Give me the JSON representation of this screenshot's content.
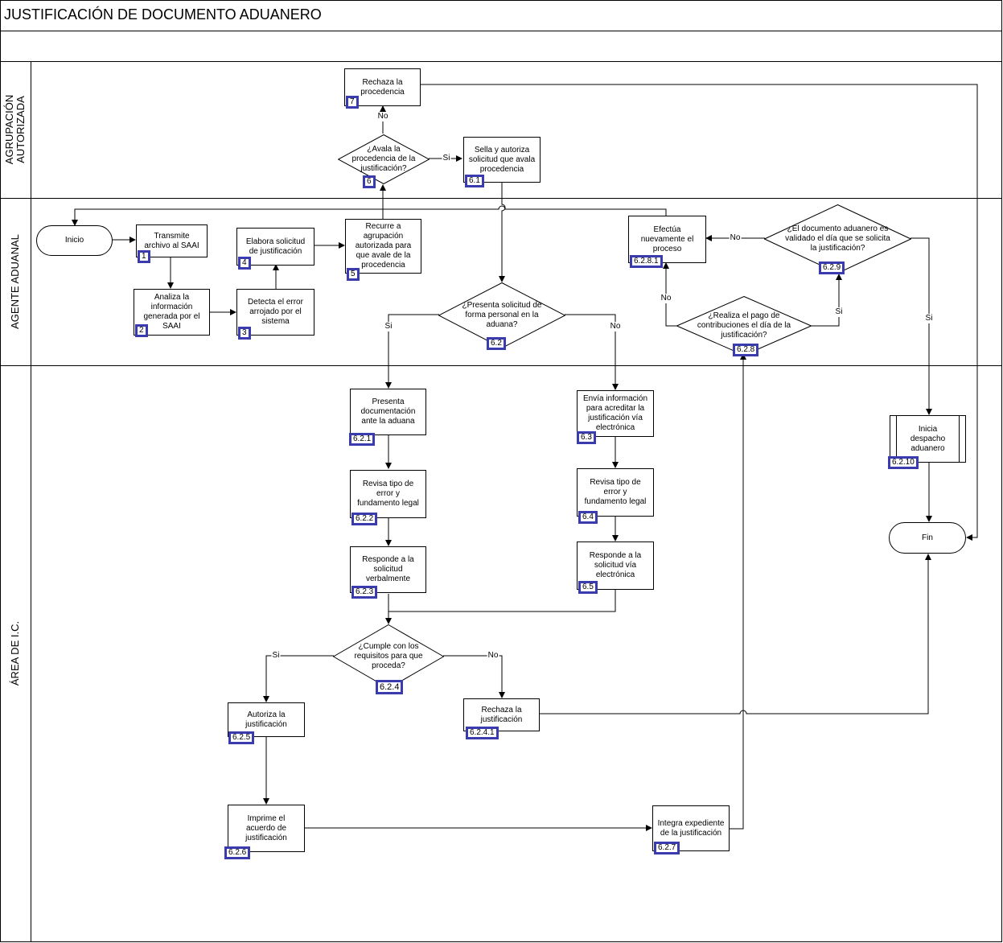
{
  "title": "JUSTIFICACIÓN DE DOCUMENTO ADUANERO",
  "subtitle": "",
  "lanes": [
    {
      "id": "agrupacion",
      "label": "AGRUPACIÓN\nAUTORIZADA"
    },
    {
      "id": "agente",
      "label": "AGENTE ADUANAL"
    },
    {
      "id": "area",
      "label": "ÁREA DE I.C."
    }
  ],
  "nodes": {
    "inicio": {
      "text": "Inicio"
    },
    "n1": {
      "text": "Transmite\narchivo al SAAI",
      "badge": "1"
    },
    "n2": {
      "text": "Analiza la\ninformación\ngenerada por el\nSAAI",
      "badge": "2"
    },
    "n3": {
      "text": "Detecta el error\narrojado por el\nsistema",
      "badge": "3"
    },
    "n4": {
      "text": "Elabora solicitud\nde justificación",
      "badge": "4"
    },
    "n5": {
      "text": "Recurre a\nagrupación\nautorizada para\nque avale de la\nprocedencia",
      "badge": "5"
    },
    "d6": {
      "text": "¿Avala la\nprocedencia de la\njustificación?",
      "badge": "6"
    },
    "n7": {
      "text": "Rechaza la\nprocedencia",
      "badge": "7"
    },
    "n61": {
      "text": "Sella y autoriza\nsolicitud que avala\nprocedencia",
      "badge": "6.1"
    },
    "d62": {
      "text": "¿Presenta solicitud de\nforma personal en la\naduana?",
      "badge": "6.2"
    },
    "n621": {
      "text": "Presenta\ndocumentación\nante la aduana",
      "badge": "6.2.1"
    },
    "n622": {
      "text": "Revisa tipo de\nerror y\nfundamento legal",
      "badge": "6.2.2"
    },
    "n623": {
      "text": "Responde a la\nsolicitud\nverbalmente",
      "badge": "6.2.3"
    },
    "n63": {
      "text": "Envía información\npara acreditar la\njustificación vía\nelectrónica",
      "badge": "6.3"
    },
    "n64": {
      "text": "Revisa tipo de\nerror y\nfundamento legal",
      "badge": "6.4"
    },
    "n65": {
      "text": "Responde a la\nsolicitud vía\nelectrónica",
      "badge": "6.5"
    },
    "d624": {
      "text": "¿Cumple con los\nrequisitos para que\nproceda?",
      "badge": "6.2.4"
    },
    "n625": {
      "text": "Autoriza la\njustificación",
      "badge": "6.2.5"
    },
    "n6241": {
      "text": "Rechaza la\njustificación",
      "badge": "6.2.4.1"
    },
    "n626": {
      "text": "Imprime el\nacuerdo de\njustificación",
      "badge": "6.2.6"
    },
    "n627": {
      "text": "Integra expediente\nde la justificación",
      "badge": "6.2.7"
    },
    "d628": {
      "text": "¿Realiza el pago de\ncontribuciones el día de la\njustificación?",
      "badge": "6.2.8"
    },
    "n6281": {
      "text": "Efectúa\nnuevamente el\nproceso",
      "badge": "6.2.8.1"
    },
    "d629": {
      "text": "¿El documento aduanero  es\nvalidado el día que se solicita\nla justificación?",
      "badge": "6.2.9"
    },
    "n6210": {
      "text": "Inicia\ndespacho\naduanero",
      "badge": "6.2.10"
    },
    "fin": {
      "text": "Fin"
    }
  },
  "edge_labels": {
    "d6_no": "No",
    "d6_si": "Si",
    "d62_si": "Si",
    "d62_no": "No",
    "d624_si": "Si",
    "d624_no": "No",
    "d628_no": "No",
    "d628_si": "Si",
    "d629_no": "No",
    "d629_si": "Si"
  }
}
